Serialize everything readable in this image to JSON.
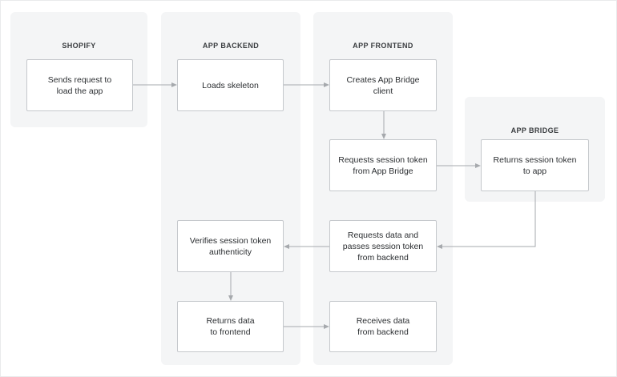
{
  "lanes": {
    "shopify": "SHOPIFY",
    "backend": "APP BACKEND",
    "frontend": "APP FRONTEND",
    "bridge": "APP BRIDGE"
  },
  "nodes": {
    "sends_request": "Sends request to\nload the app",
    "loads_skeleton": "Loads skeleton",
    "creates_bridge": "Creates App Bridge\nclient",
    "requests_token": "Requests session token\nfrom App Bridge",
    "returns_token": "Returns session token\nto app",
    "requests_data": "Requests data and\npasses session token\nfrom backend",
    "verifies_token": "Verifies session token\nauthenticity",
    "returns_data": "Returns data\nto frontend",
    "receives_data": "Receives data\nfrom backend"
  }
}
